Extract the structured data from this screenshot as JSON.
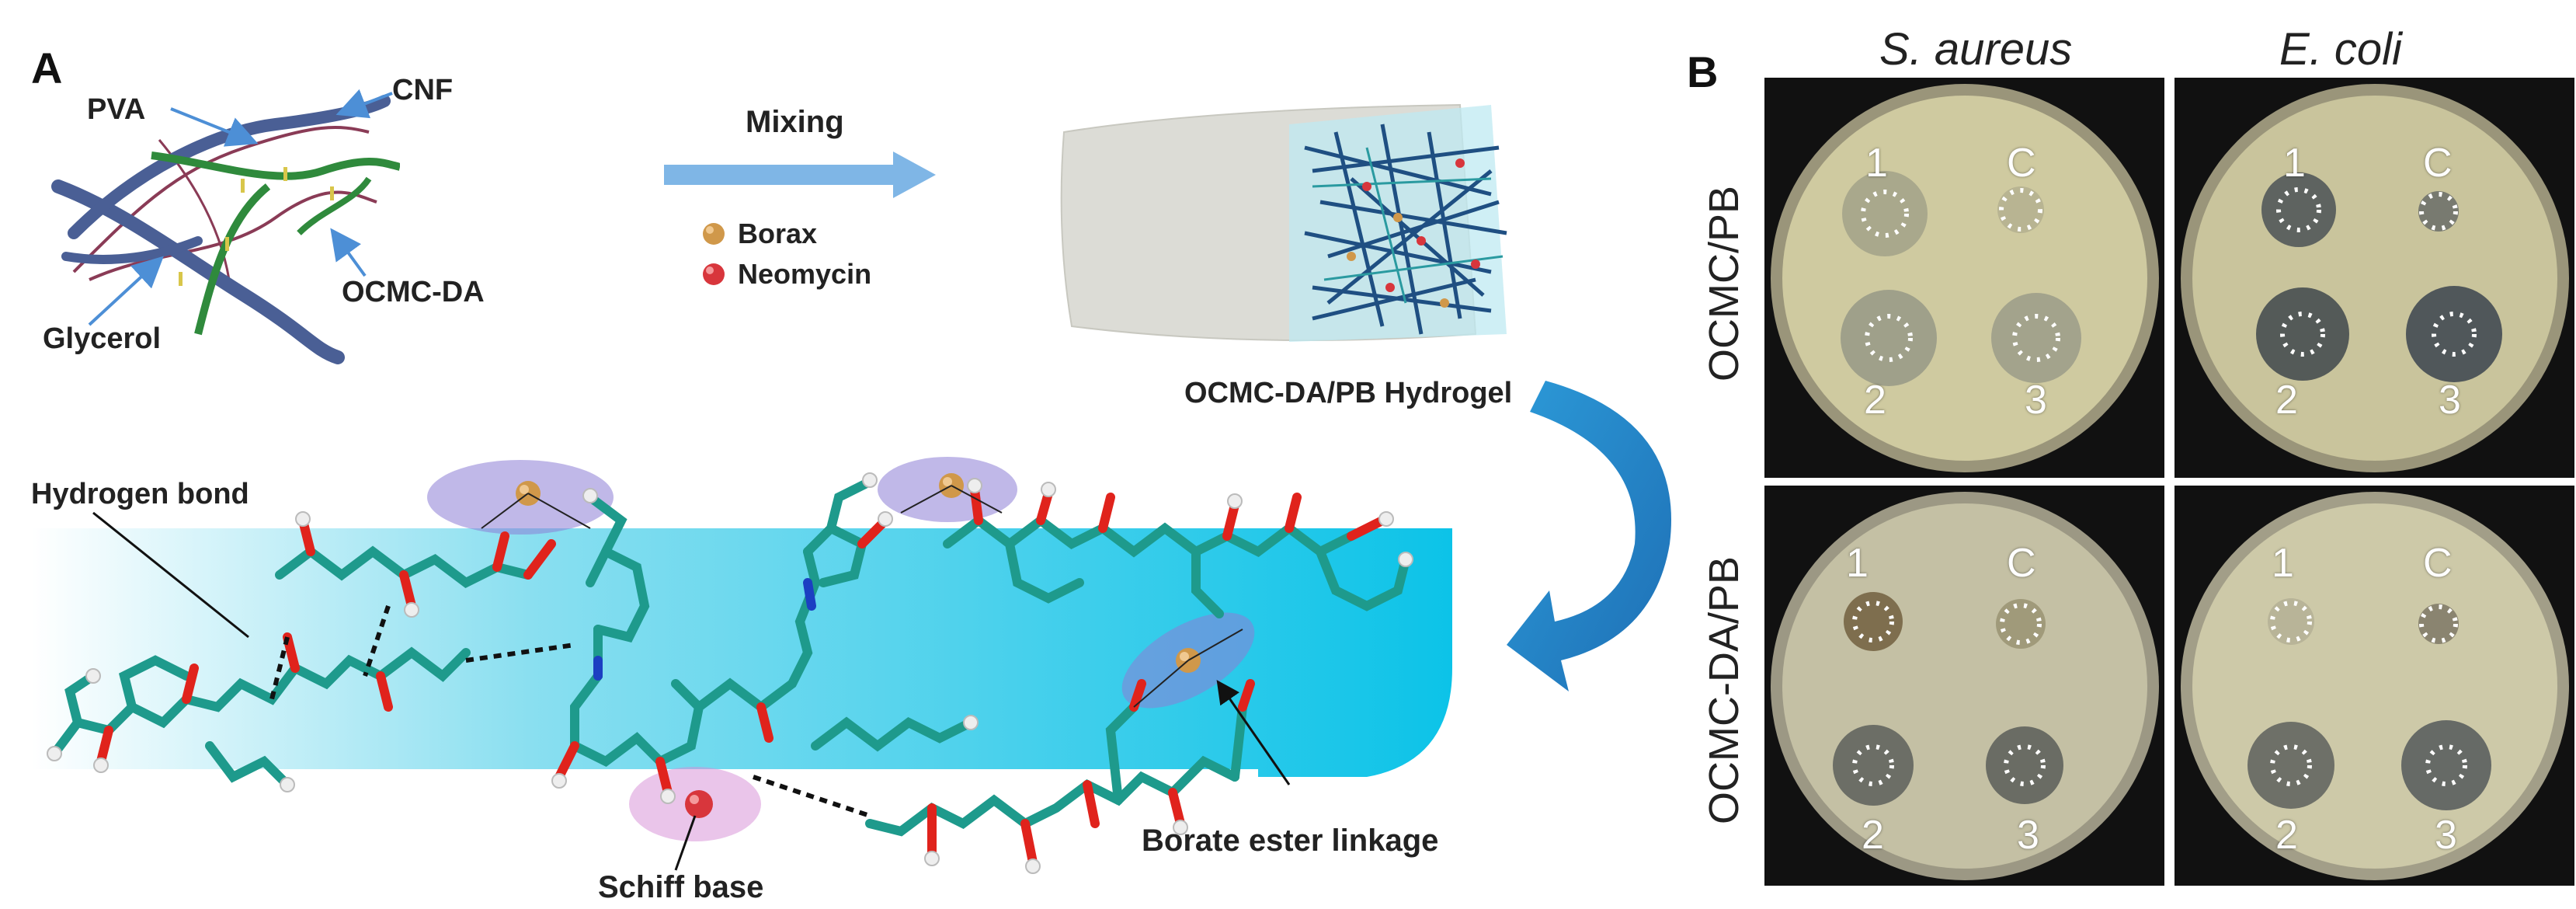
{
  "panel_a": {
    "letter": "A",
    "labels": {
      "pva": "PVA",
      "cnf": "CNF",
      "glycerol": "Glycerol",
      "ocmc_da": "OCMC-DA",
      "mixing": "Mixing",
      "borax": "Borax",
      "neomycin": "Neomycin",
      "hydrogel": "OCMC-DA/PB Hydrogel",
      "hydrogen_bond": "Hydrogen bond",
      "schiff_base": "Schiff base",
      "borate_ester": "Borate ester linkage"
    },
    "colors": {
      "cnf": "#4a5f95",
      "pva": "#8a3b56",
      "ocmc": "#2f8a3c",
      "borax": "#d0984a",
      "neomycin": "#d8363c",
      "arrow": "#7fb6e6",
      "band": "#1ab4d8",
      "carbon": "#1e9a8c",
      "oxygen": "#e0231c",
      "nitrogen": "#1c3fc2",
      "hydrogen": "#e8e8e8"
    }
  },
  "panel_b": {
    "letter": "B",
    "columns": [
      "S. aureus",
      "E. coli"
    ],
    "rows": [
      "OCMC/PB",
      "OCMC-DA/PB"
    ],
    "well_labels": [
      "1",
      "C",
      "2",
      "3"
    ],
    "plates": [
      {
        "row": "OCMC/PB",
        "column": "S. aureus",
        "agar": "#cfcaa0"
      },
      {
        "row": "OCMC/PB",
        "column": "E. coli",
        "agar": "#c9c49c"
      },
      {
        "row": "OCMC-DA/PB",
        "column": "S. aureus",
        "agar": "#c4c0a4"
      },
      {
        "row": "OCMC-DA/PB",
        "column": "E. coli",
        "agar": "#cdc9a8"
      }
    ]
  }
}
